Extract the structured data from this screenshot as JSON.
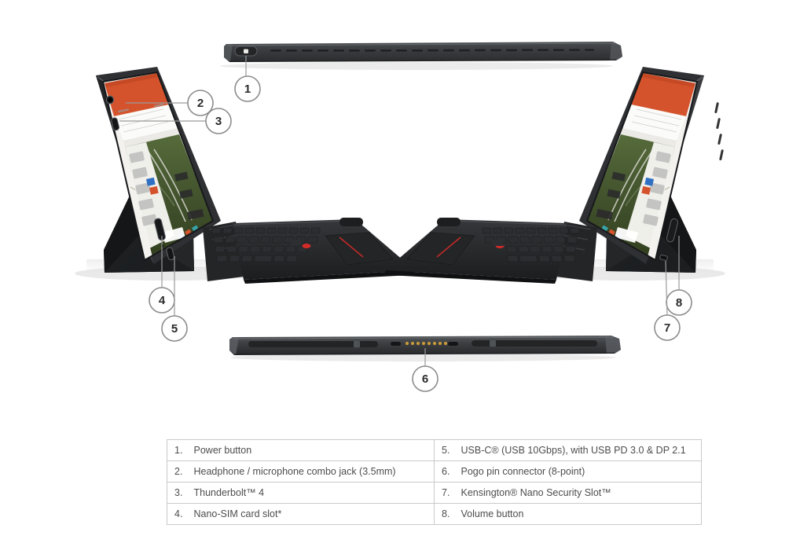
{
  "diagram": {
    "title": "ThinkPad detachable tablet port identification diagram",
    "accent_color": "#d4532c",
    "device_body_color": "#3a3c3f",
    "callout_border_color": "#8c8c8c",
    "leader_color": "#9a9a9a",
    "table_border_color": "#c9c9c9",
    "text_color": "#4d4d4d",
    "trackpoint_color": "#d32b28"
  },
  "callouts": [
    {
      "id": "1",
      "label": "1",
      "view": "top-edge-view",
      "target": "power-button"
    },
    {
      "id": "2",
      "label": "2",
      "view": "left-device-view",
      "target": "headphone-microphone-combo-jack"
    },
    {
      "id": "3",
      "label": "3",
      "view": "left-device-view",
      "target": "thunderbolt-4-port"
    },
    {
      "id": "4",
      "label": "4",
      "view": "left-device-view",
      "target": "nano-sim-card-slot"
    },
    {
      "id": "5",
      "label": "5",
      "view": "left-device-view",
      "target": "usb-c-port"
    },
    {
      "id": "6",
      "label": "6",
      "view": "bottom-edge-view",
      "target": "pogo-pin-connector"
    },
    {
      "id": "7",
      "label": "7",
      "view": "right-device-view",
      "target": "kensington-nano-security-slot"
    },
    {
      "id": "8",
      "label": "8",
      "view": "right-device-view",
      "target": "volume-button"
    }
  ],
  "legend": {
    "left_column": [
      {
        "number": "1.",
        "text": "Power button"
      },
      {
        "number": "2.",
        "text": "Headphone / microphone combo jack (3.5mm)"
      },
      {
        "number": "3.",
        "text": "Thunderbolt™ 4"
      },
      {
        "number": "4.",
        "text": "Nano-SIM card slot*"
      }
    ],
    "right_column": [
      {
        "number": "5.",
        "text": "USB-C® (USB 10Gbps), with USB PD 3.0 & DP 2.1"
      },
      {
        "number": "6.",
        "text": "Pogo pin connector (8-point)"
      },
      {
        "number": "7.",
        "text": "Kensington® Nano Security Slot™"
      },
      {
        "number": "8.",
        "text": "Volume button"
      }
    ]
  },
  "screen_content": {
    "header_band_color": "#d4532c",
    "toolbar_color": "#f4f4f2",
    "map_color": "#4a5c33"
  },
  "pogo": {
    "pin_count": 8,
    "pin_color": "#c79a3a"
  }
}
